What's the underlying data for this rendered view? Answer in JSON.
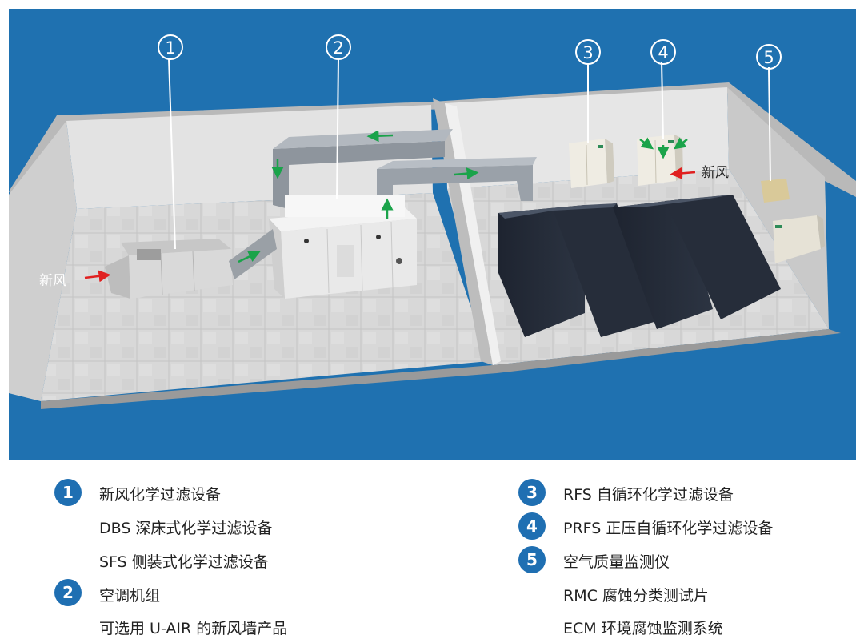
{
  "diagram": {
    "callouts": [
      "1",
      "2",
      "3",
      "4",
      "5"
    ],
    "fresh_air_left": "新风",
    "fresh_air_right": "新风"
  },
  "legend": {
    "left": [
      {
        "num": "1",
        "lines": [
          "新风化学过滤设备",
          "DBS 深床式化学过滤设备",
          "SFS 侧装式化学过滤设备"
        ]
      },
      {
        "num": "2",
        "lines": [
          "空调机组",
          "可选用 U-AIR 的新风墙产品"
        ]
      }
    ],
    "right": [
      {
        "num": "3",
        "lines": [
          "RFS 自循环化学过滤设备"
        ]
      },
      {
        "num": "4",
        "lines": [
          "PRFS 正压自循环化学过滤设备"
        ]
      },
      {
        "num": "5",
        "lines": [
          "空气质量监测仪",
          "RMC 腐蚀分类测试片",
          "ECM 环境腐蚀监测系统"
        ]
      }
    ]
  },
  "colors": {
    "background": "#1f71b0",
    "badge": "#1f6fb2",
    "arrow_green": "#1aa34a",
    "arrow_red": "#e02020"
  }
}
